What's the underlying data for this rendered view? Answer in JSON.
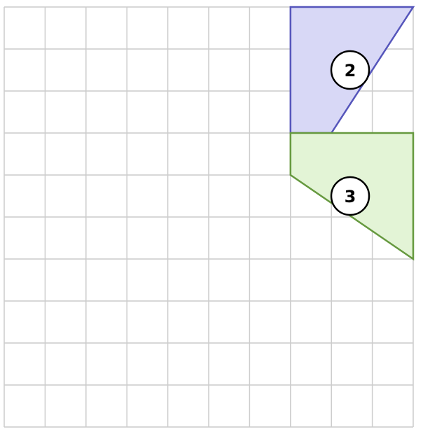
{
  "grid": {
    "columns": 10,
    "rows": 10,
    "line_color": "#cccccc"
  },
  "shapes": [
    {
      "id": "shape-2",
      "label": "2",
      "fill": "#d8d8f6",
      "stroke": "#5555bb",
      "vertices": [
        [
          0,
          0
        ],
        [
          3,
          0
        ],
        [
          1,
          3
        ],
        [
          0,
          3
        ]
      ]
    },
    {
      "id": "shape-3",
      "label": "3",
      "fill": "#e3f4d6",
      "stroke": "#66993f",
      "vertices": [
        [
          0,
          3
        ],
        [
          3,
          3
        ],
        [
          3,
          6
        ],
        [
          0,
          4
        ]
      ]
    }
  ]
}
